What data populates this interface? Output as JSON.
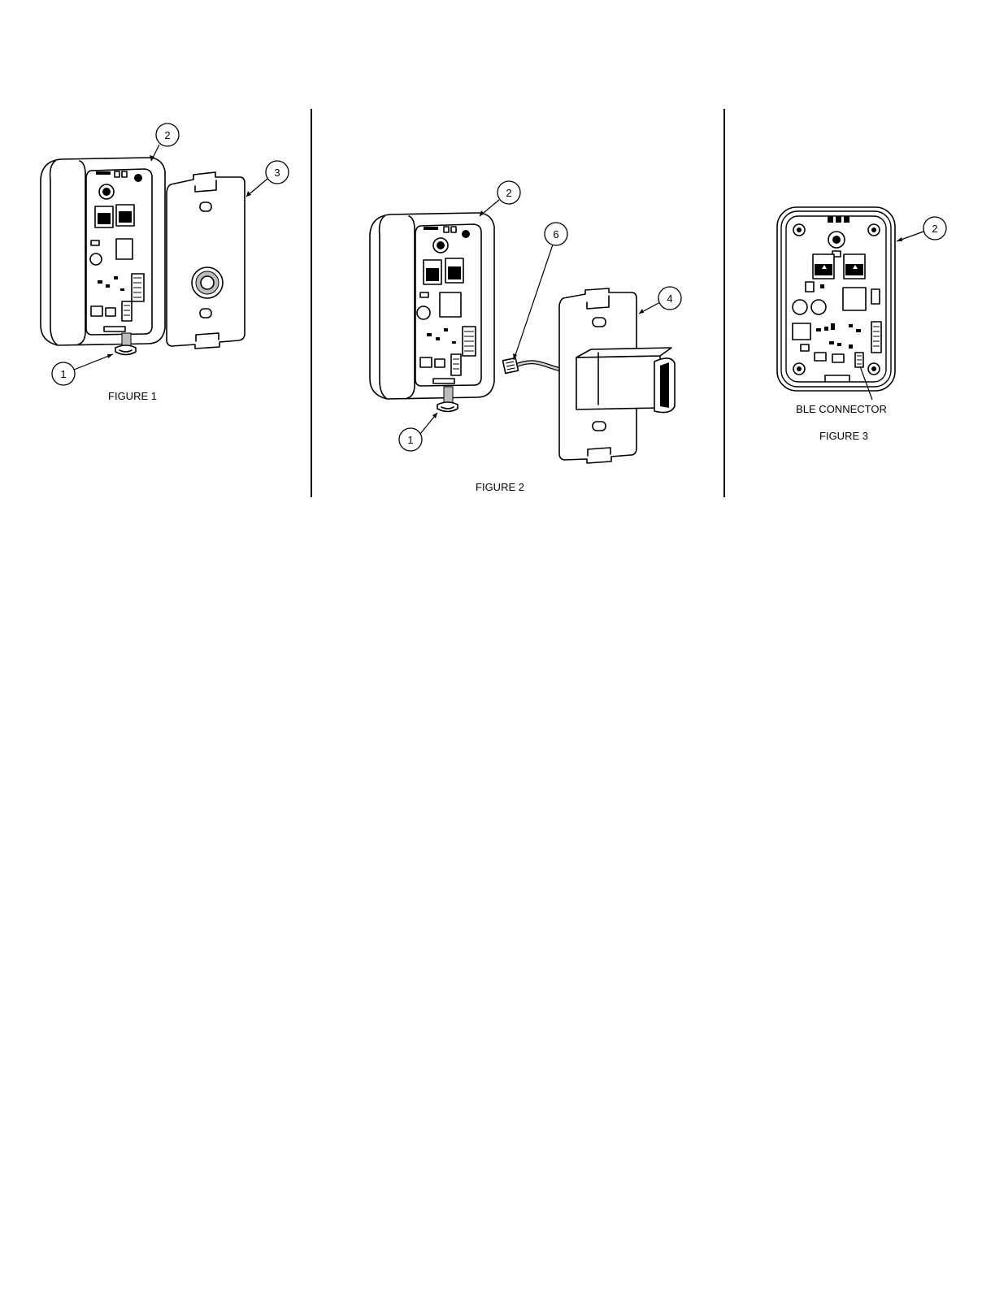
{
  "figures": [
    {
      "caption": "FIGURE 1",
      "callouts": [
        "2",
        "3",
        "1"
      ]
    },
    {
      "caption": "FIGURE 2",
      "callouts": [
        "2",
        "6",
        "4",
        "1"
      ]
    },
    {
      "caption": "FIGURE 3",
      "callouts": [
        "2"
      ],
      "label": "BLE CONNECTOR"
    }
  ]
}
